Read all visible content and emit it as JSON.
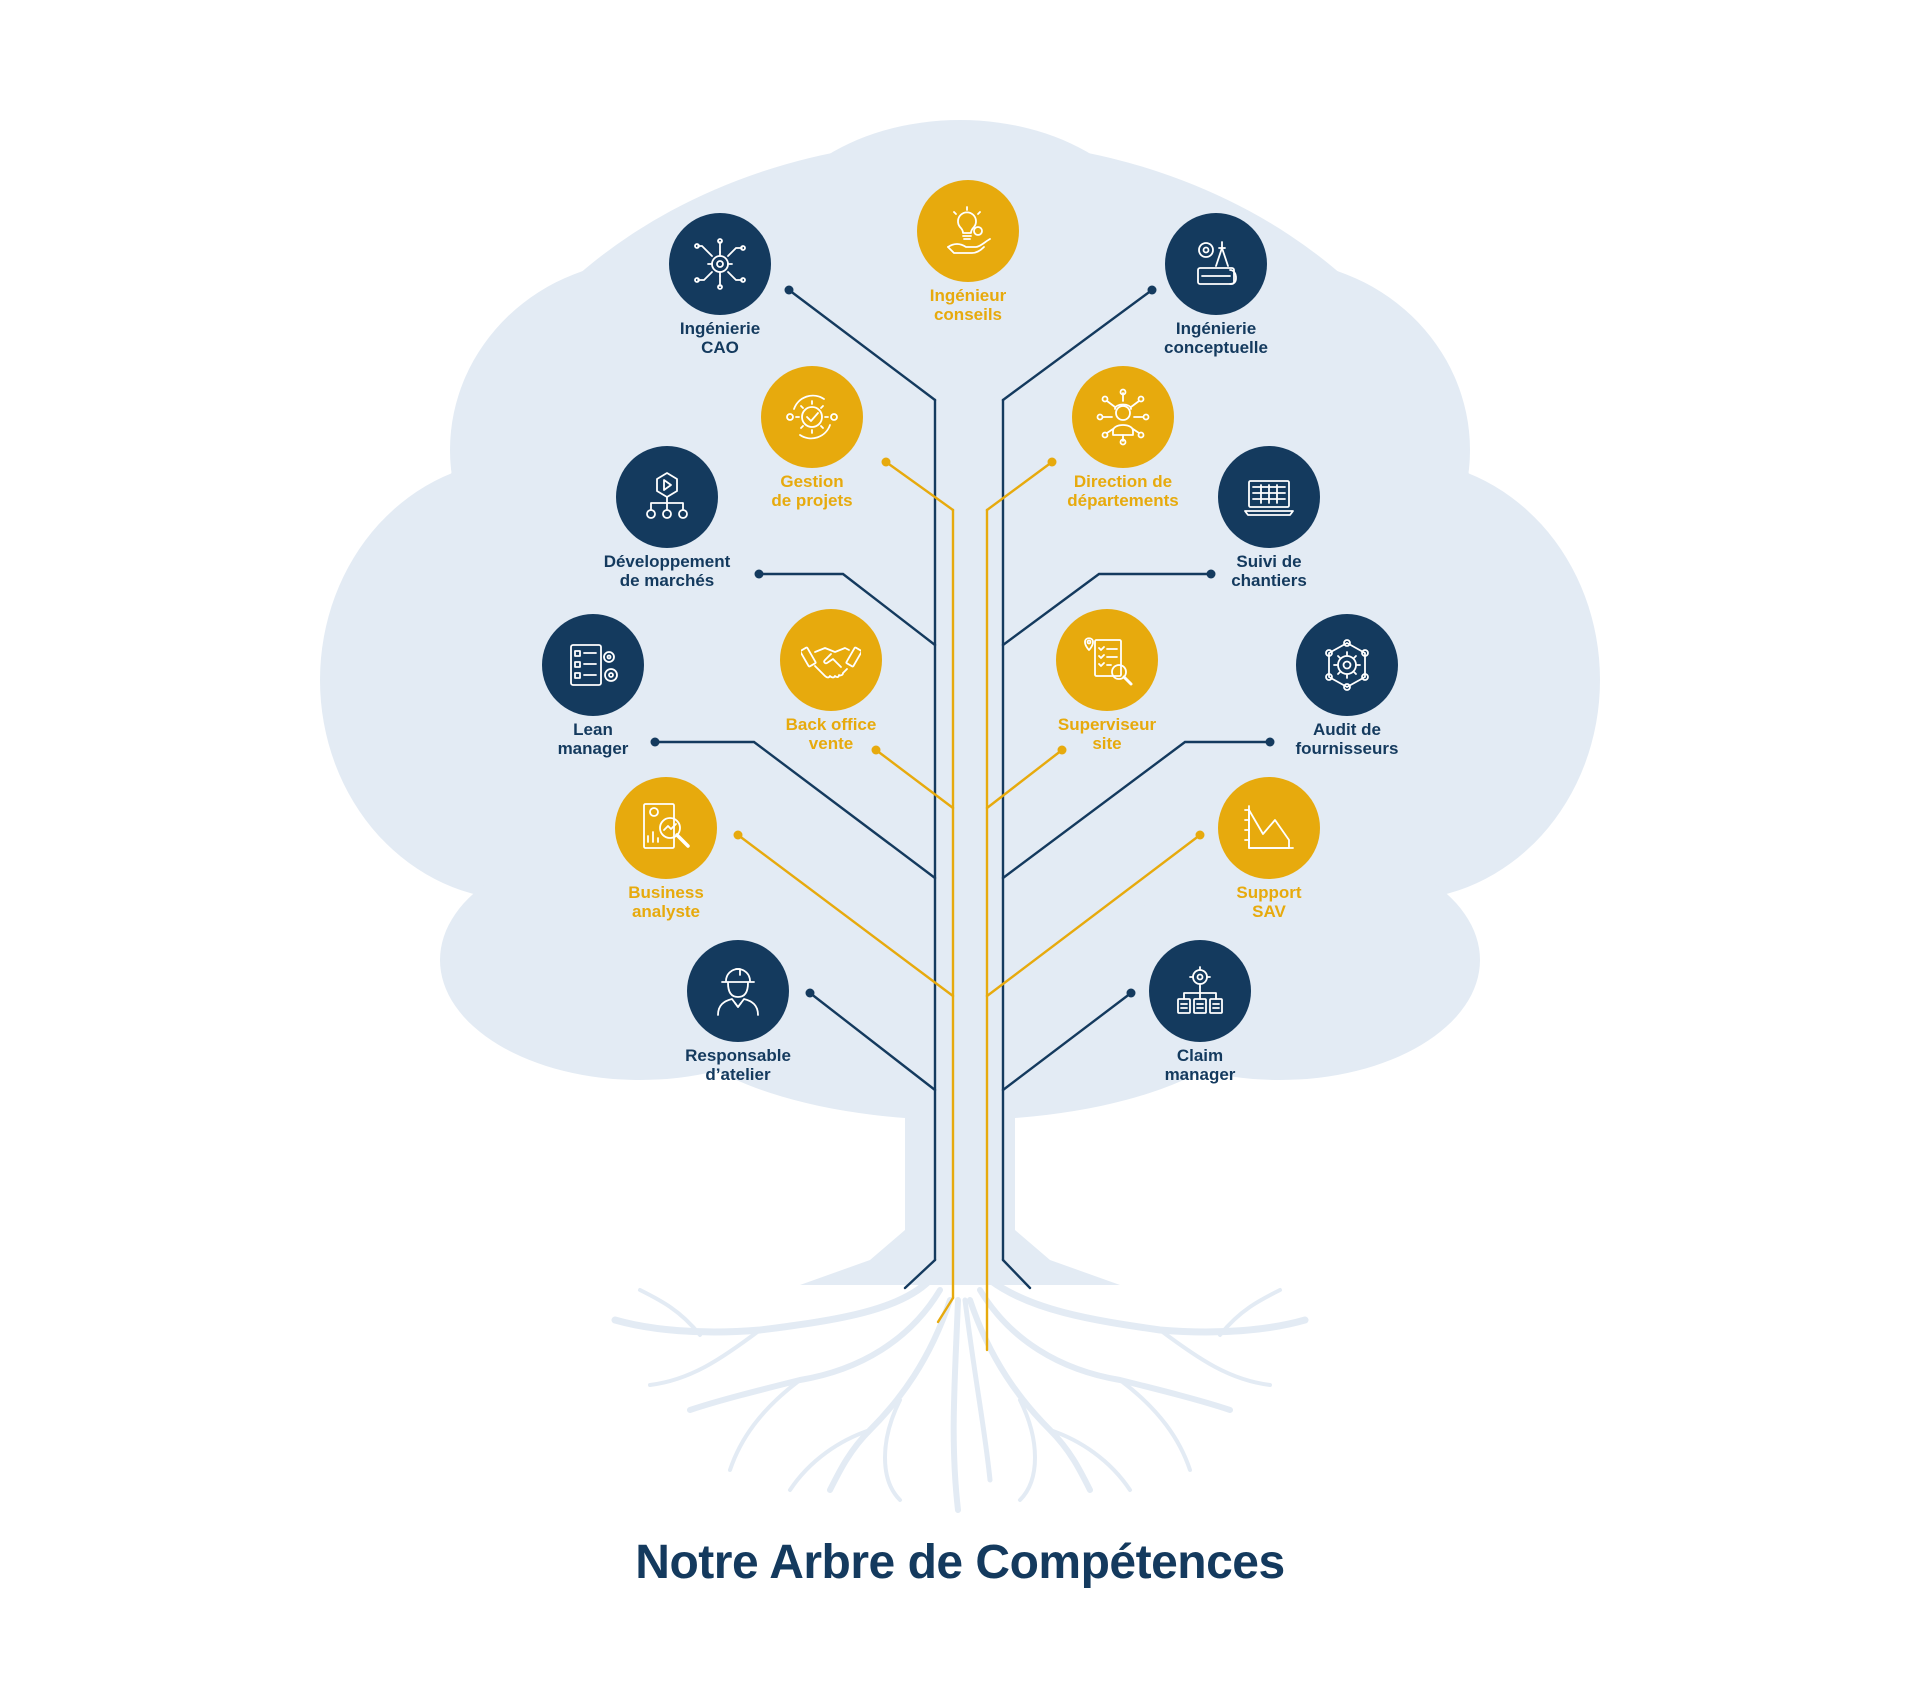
{
  "title": "Notre Arbre de Compétences",
  "colors": {
    "navy": "#143a5e",
    "gold": "#e7aa0d",
    "canopy": "#e3ebf4"
  },
  "competences": [
    {
      "id": "ingenieur-conseils",
      "lines": [
        "Ingénieur",
        "conseils"
      ],
      "color": "gold",
      "icon": "lightbulb-hand-icon"
    },
    {
      "id": "ingenierie-cao",
      "lines": [
        "Ingénierie",
        "CAO"
      ],
      "color": "navy",
      "icon": "circuit-gear-icon"
    },
    {
      "id": "ingenierie-conceptuelle",
      "lines": [
        "Ingénierie",
        "conceptuelle"
      ],
      "color": "navy",
      "icon": "drafting-tools-icon"
    },
    {
      "id": "gestion-de-projets",
      "lines": [
        "Gestion",
        "de projets"
      ],
      "color": "gold",
      "icon": "gear-cycle-icon"
    },
    {
      "id": "direction-de-departements",
      "lines": [
        "Direction de",
        "départements"
      ],
      "color": "gold",
      "icon": "manager-network-icon"
    },
    {
      "id": "developpement-de-marches",
      "lines": [
        "Développement",
        "de marchés"
      ],
      "color": "navy",
      "icon": "play-hierarchy-icon"
    },
    {
      "id": "suivi-de-chantiers",
      "lines": [
        "Suivi de",
        "chantiers"
      ],
      "color": "navy",
      "icon": "laptop-schedule-icon"
    },
    {
      "id": "back-office-vente",
      "lines": [
        "Back office",
        "vente"
      ],
      "color": "gold",
      "icon": "handshake-icon"
    },
    {
      "id": "superviseur-site",
      "lines": [
        "Superviseur",
        "site"
      ],
      "color": "gold",
      "icon": "checklist-search-icon"
    },
    {
      "id": "lean-manager",
      "lines": [
        "Lean",
        "manager"
      ],
      "color": "navy",
      "icon": "checklist-gear-icon"
    },
    {
      "id": "audit-de-fournisseurs",
      "lines": [
        "Audit de",
        "fournisseurs"
      ],
      "color": "navy",
      "icon": "gear-network-icon"
    },
    {
      "id": "business-analyste",
      "lines": [
        "Business",
        "analyste"
      ],
      "color": "gold",
      "icon": "report-magnifier-icon"
    },
    {
      "id": "support-sav",
      "lines": [
        "Support",
        "SAV"
      ],
      "color": "gold",
      "icon": "area-chart-icon"
    },
    {
      "id": "responsable-datelier",
      "lines": [
        "Responsable",
        "d’atelier"
      ],
      "color": "navy",
      "icon": "hard-hat-worker-icon"
    },
    {
      "id": "claim-manager",
      "lines": [
        "Claim",
        "manager"
      ],
      "color": "navy",
      "icon": "gear-org-chart-icon"
    }
  ]
}
